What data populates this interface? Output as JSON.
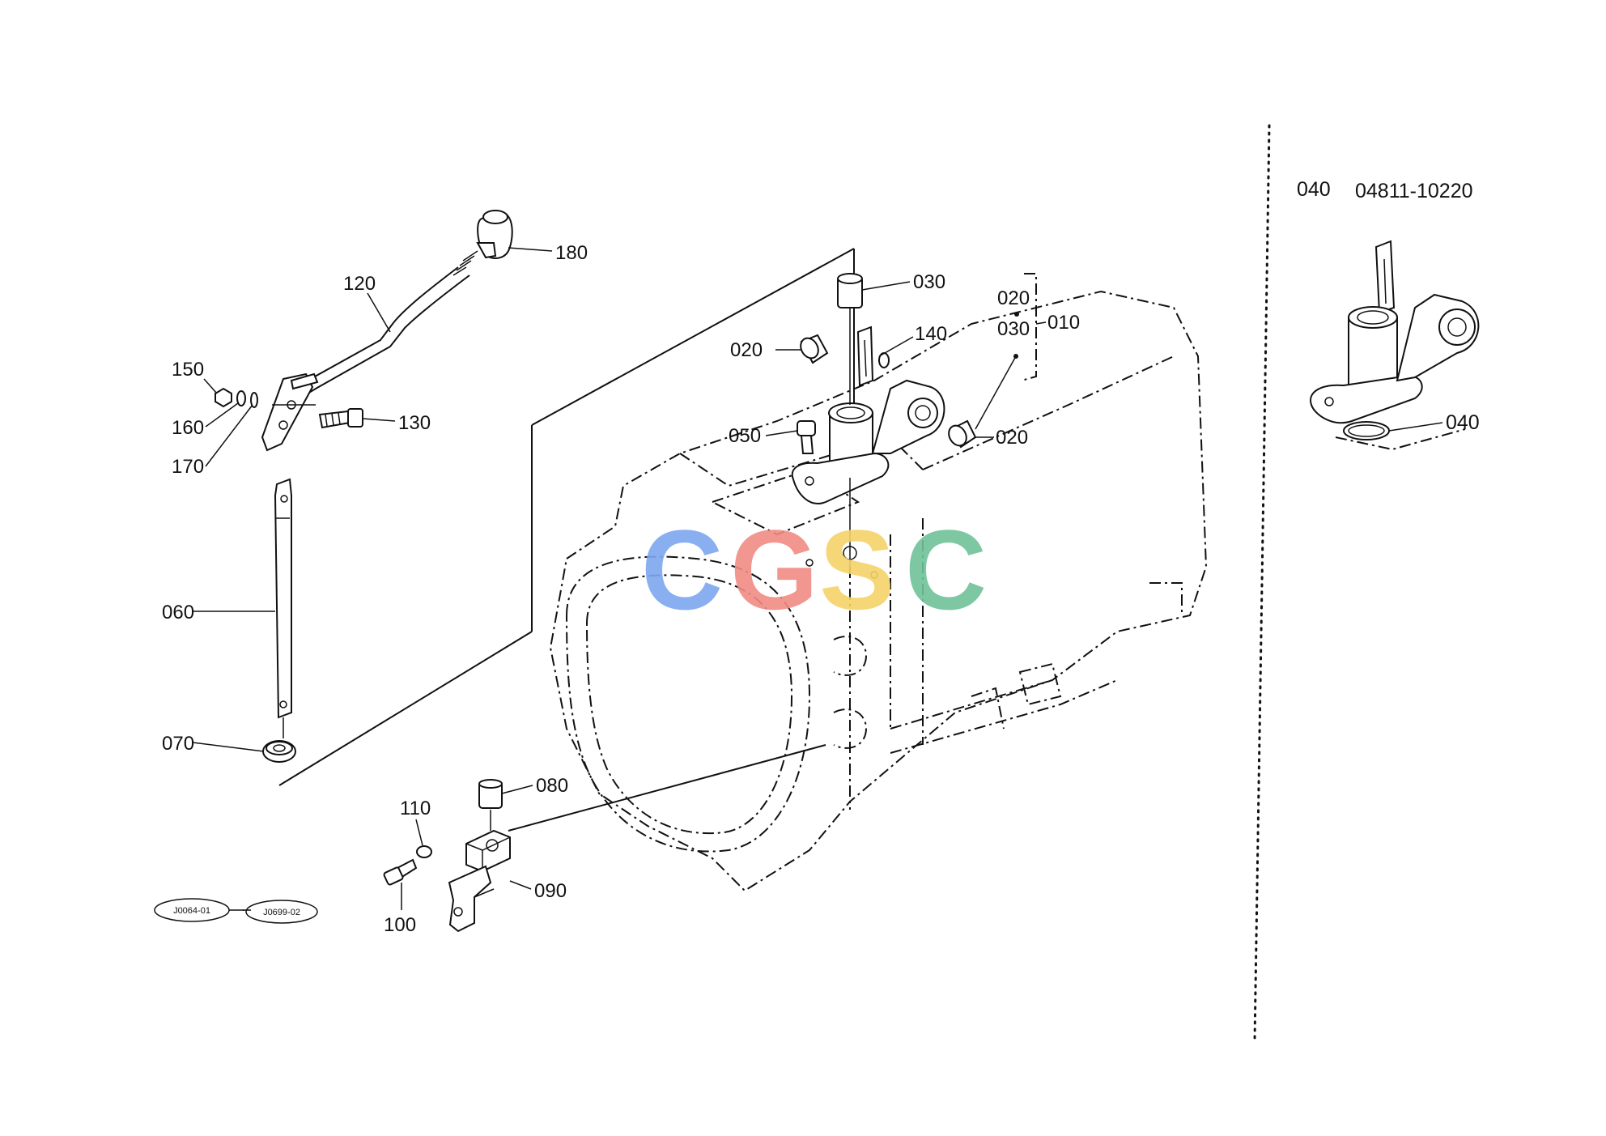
{
  "labels": {
    "p180": "180",
    "p120": "120",
    "p150": "150",
    "p160": "160",
    "p170": "170",
    "p130": "130",
    "p060": "060",
    "p070": "070",
    "p080": "080",
    "p110": "110",
    "p090": "090",
    "p100": "100",
    "p030_top": "030",
    "p020_left": "020",
    "p140": "140",
    "p050": "050",
    "p020_right": "020",
    "p020_group": "020",
    "p030_group": "030",
    "p010_group": "010"
  },
  "inset": {
    "part_no": "040",
    "part_code": "04811-10220",
    "callout": "040"
  },
  "references": [
    "J0064-01",
    "J0699-02"
  ],
  "watermark": {
    "letters": [
      "C",
      "G",
      "S",
      "C"
    ],
    "colors": [
      "#7ea7f0",
      "#f08c84",
      "#f6d36a",
      "#6fc39a"
    ]
  }
}
